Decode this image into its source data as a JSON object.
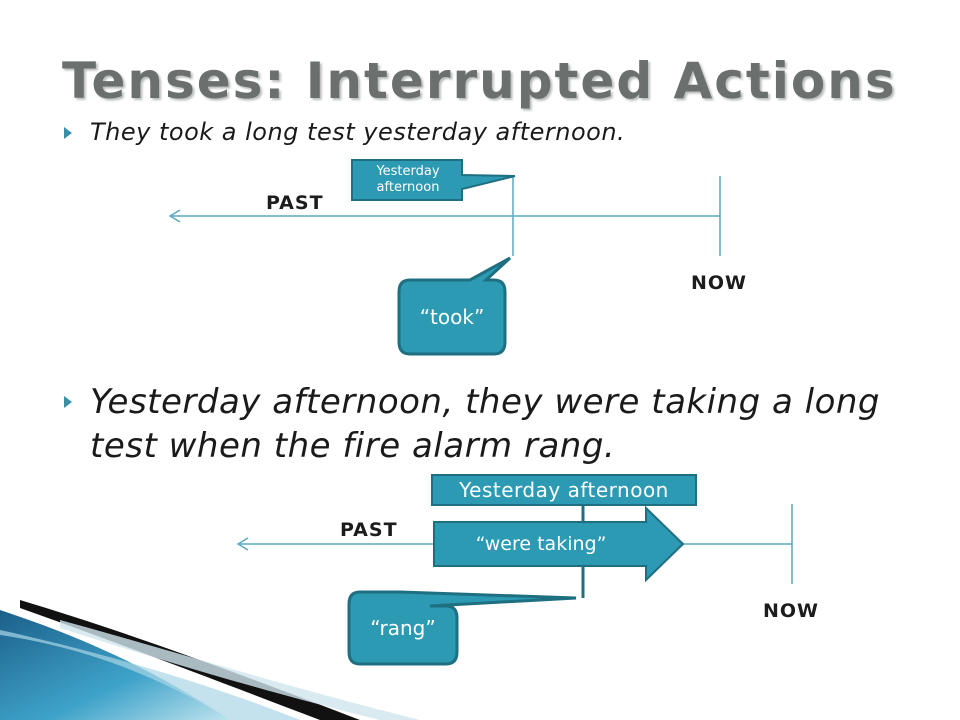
{
  "slide": {
    "title": "Tenses: Interrupted Actions",
    "bullets": [
      "They took a long test yesterday afternoon.",
      "Yesterday afternoon, they were taking a long",
      "test when the fire alarm rang."
    ]
  },
  "diagram1": {
    "past_label": "PAST",
    "now_label": "NOW",
    "callout_time_line1": "Yesterday",
    "callout_time_line2": "afternoon",
    "callout_verb": "“took”"
  },
  "diagram2": {
    "past_label": "PAST",
    "now_label": "NOW",
    "time_bar": "Yesterday afternoon",
    "progress_arrow": "“were taking”",
    "callout_verb": "“rang”"
  },
  "colors": {
    "accent": "#2c9ab3",
    "accent_dark": "#1f6f82",
    "timeline": "#5aa9c0",
    "title": "#6b6f6e"
  }
}
